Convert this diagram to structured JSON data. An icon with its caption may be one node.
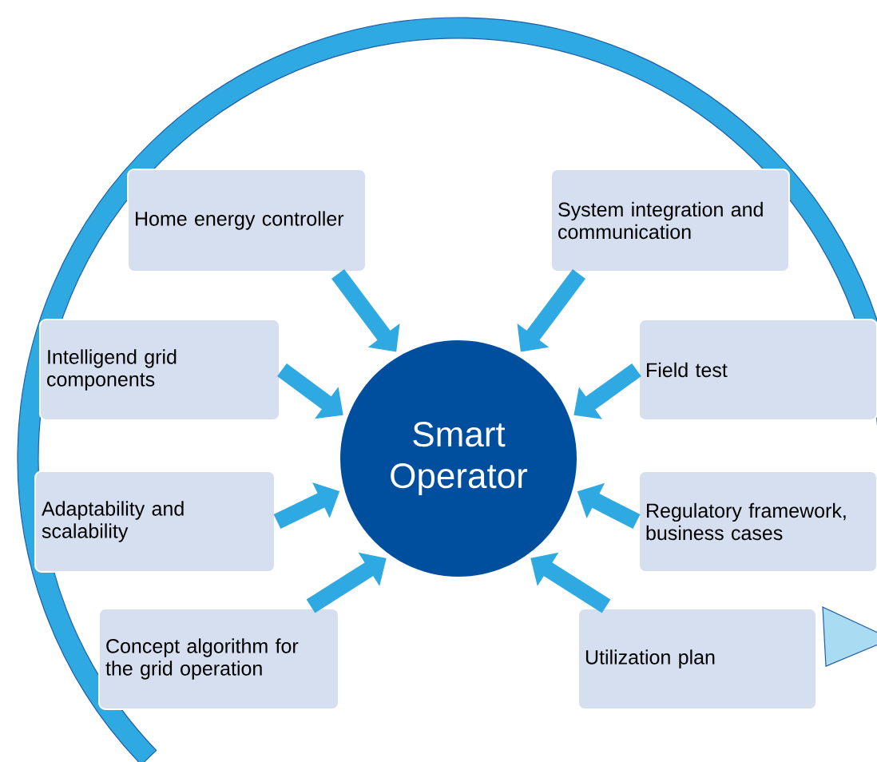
{
  "diagram": {
    "nodes": [
      {
        "text": [
          "Home energy controller"
        ]
      },
      {
        "text": [
          "System integration and communication"
        ]
      },
      {
        "text": [
          "Intelligend grid components"
        ]
      },
      {
        "text": [
          "Field test"
        ]
      },
      {
        "text": [
          "Adaptability and scalability"
        ]
      },
      {
        "text": [
          "Regulatory framework, business cases"
        ]
      },
      {
        "text": [
          "Concept algorithm for the grid operation"
        ]
      },
      {
        "text": [
          "Utilization  plan"
        ]
      },
      {
        "text": [
          "Smart Operator"
        ]
      }
    ],
    "edges": [
      {
        "from": 0,
        "to": 8,
        "arrow": "to"
      },
      {
        "from": 1,
        "to": 8,
        "arrow": "to"
      },
      {
        "from": 2,
        "to": 8,
        "arrow": "to"
      },
      {
        "from": 3,
        "to": 8,
        "arrow": "to"
      },
      {
        "from": 4,
        "to": 8,
        "arrow": "to"
      },
      {
        "from": 5,
        "to": 8,
        "arrow": "to"
      },
      {
        "from": 6,
        "to": 8,
        "arrow": "to"
      },
      {
        "from": 7,
        "to": 8,
        "arrow": "to"
      }
    ]
  }
}
